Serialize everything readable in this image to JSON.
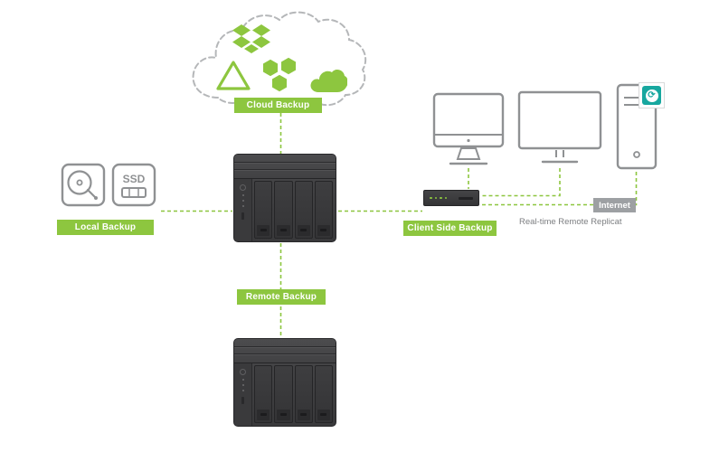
{
  "colors": {
    "accent_green": "#8dc63f",
    "device_dark": "#3c3c3e",
    "outline_gray": "#8f9193",
    "badge_gray": "#9da0a3",
    "text_gray": "#7c7e81",
    "app_teal": "#17a79f"
  },
  "labels": {
    "cloud_backup": "Cloud Backup",
    "local_backup": "Local Backup",
    "client_side_backup": "Client Side Backup",
    "remote_backup": "Remote Backup",
    "internet": "Internet",
    "realtime_replication": "Real-time Remote Replicat"
  },
  "devices": {
    "ssd_label": "SSD"
  },
  "icons": {
    "dropbox_icon": "dropbox diamonds",
    "google_drive_icon": "drive triangle outline",
    "box_icon": "box cubes",
    "cloud_icon": "filled cloud",
    "hdd_icon": "hard disk drive outline",
    "ssd_icon": "ssd module outline",
    "imac_icon": "all-in-one computer outline",
    "monitor_icon": "desktop monitor outline",
    "tower_icon": "tower pc outline",
    "switch_icon": "network switch",
    "hbs_glyph": "⟳"
  }
}
